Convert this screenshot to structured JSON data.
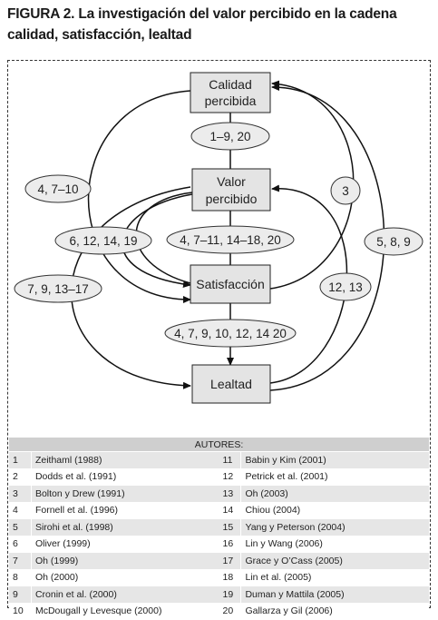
{
  "figure": {
    "title": "FIGURA 2. La investigación del valor percibido en la cadena calidad, satisfacción, lealtad"
  },
  "nodes": {
    "calidad": [
      "Calidad",
      "percibida"
    ],
    "valor": [
      "Valor",
      "percibido"
    ],
    "satisfaccion": [
      "Satisfacción"
    ],
    "lealtad": [
      "Lealtad"
    ]
  },
  "labels": {
    "l1": "1–9, 20",
    "l2": "4, 7–10",
    "l3": "3",
    "l4": "6, 12, 14, 19",
    "l5": "4, 7–11, 14–18, 20",
    "l6": "5, 8, 9",
    "l7": "7, 9, 13–17",
    "l8": "12, 13",
    "l9": "4, 7, 9, 10, 12, 14 20"
  },
  "authors": {
    "header": "AUTORES:",
    "rows": [
      {
        "n1": "1",
        "a1": "Zeithaml (1988)",
        "n2": "11",
        "a2": "Babin y Kim (2001)"
      },
      {
        "n1": "2",
        "a1": "Dodds et al. (1991)",
        "n2": "12",
        "a2": "Petrick et al. (2001)"
      },
      {
        "n1": "3",
        "a1": "Bolton y Drew (1991)",
        "n2": "13",
        "a2": "Oh (2003)"
      },
      {
        "n1": "4",
        "a1": "Fornell et al. (1996)",
        "n2": "14",
        "a2": "Chiou (2004)"
      },
      {
        "n1": "5",
        "a1": "Sirohi et al. (1998)",
        "n2": "15",
        "a2": "Yang y Peterson (2004)"
      },
      {
        "n1": "6",
        "a1": "Oliver (1999)",
        "n2": "16",
        "a2": "Lin y Wang (2006)"
      },
      {
        "n1": "7",
        "a1": "Oh (1999)",
        "n2": "17",
        "a2": "Grace y O’Cass (2005)"
      },
      {
        "n1": "8",
        "a1": "Oh (2000)",
        "n2": "18",
        "a2": "Lin et al. (2005)"
      },
      {
        "n1": "9",
        "a1": "Cronin et al. (2000)",
        "n2": "19",
        "a2": "Duman y Mattila (2005)"
      },
      {
        "n1": "10",
        "a1": "McDougall y Levesque (2000)",
        "n2": "20",
        "a2": "Gallarza y Gil (2006)"
      }
    ]
  }
}
